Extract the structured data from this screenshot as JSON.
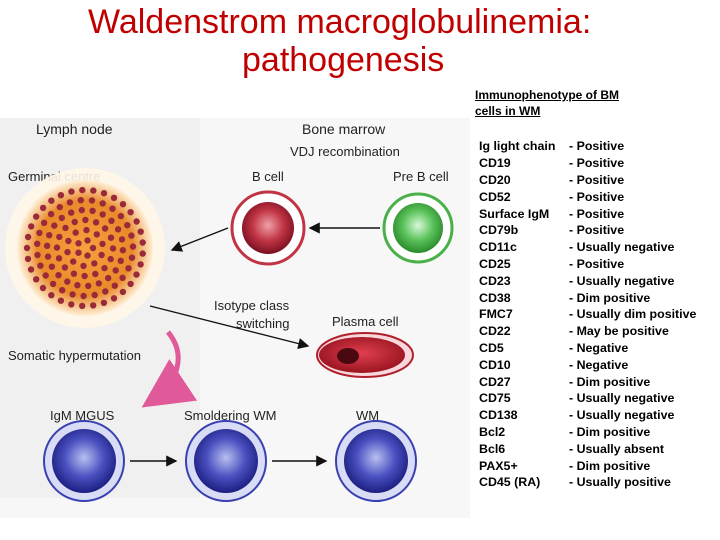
{
  "title": {
    "line1": "Waldenstrom macroglobulinemia:",
    "line2": "pathogenesis"
  },
  "subtitle": "Immunophenotype of BM cells in WM",
  "diagram": {
    "lymph_node": "Lymph node",
    "bone_marrow": "Bone marrow",
    "vdj": "VDJ recombination",
    "germinal_centre": "Germinal centre",
    "b_cell": "B cell",
    "pre_b_cell": "Pre B cell",
    "isotype_line1": "Isotype class",
    "isotype_line2": "switching",
    "plasma_cell": "Plasma cell",
    "somatic_hypermutation": "Somatic hypermutation",
    "igm_mgus": "IgM MGUS",
    "smoldering_wm": "Smoldering WM",
    "wm": "WM"
  },
  "immunophenotype": [
    {
      "marker": "Ig light chain",
      "status": "- Positive"
    },
    {
      "marker": "CD19",
      "status": "- Positive"
    },
    {
      "marker": "CD20",
      "status": "- Positive"
    },
    {
      "marker": "CD52",
      "status": "- Positive"
    },
    {
      "marker": "Surface IgM",
      "status": "- Positive"
    },
    {
      "marker": "CD79b",
      "status": "- Positive"
    },
    {
      "marker": "CD11c",
      "status": "- Usually negative"
    },
    {
      "marker": "CD25",
      "status": "- Positive"
    },
    {
      "marker": "CD23",
      "status": "- Usually negative"
    },
    {
      "marker": "CD38",
      "status": "- Dim positive"
    },
    {
      "marker": "FMC7",
      "status": "- Usually dim positive"
    },
    {
      "marker": "CD22",
      "status": "- May be positive"
    },
    {
      "marker": "CD5",
      "status": "- Negative"
    },
    {
      "marker": "CD10",
      "status": "- Negative"
    },
    {
      "marker": "CD27",
      "status": "- Dim positive"
    },
    {
      "marker": "CD75",
      "status": "- Usually negative"
    },
    {
      "marker": "CD138",
      "status": "- Usually negative"
    },
    {
      "marker": "Bcl2",
      "status": "- Dim positive"
    },
    {
      "marker": "Bcl6",
      "status": "- Usually absent"
    },
    {
      "marker": "PAX5+",
      "status": "- Dim positive"
    },
    {
      "marker": "CD45 (RA)",
      "status": "- Usually positive"
    }
  ],
  "colors": {
    "title": "#c00000",
    "b_cell_nucleus": "#a8283a",
    "pre_b_cell_nucleus": "#3aa83a",
    "plasma_cell": "#b0202c",
    "wm_cells": "#2a2aa0",
    "germinal_centre": "#e06a20",
    "somatic_arrow": "#e05a9a"
  }
}
